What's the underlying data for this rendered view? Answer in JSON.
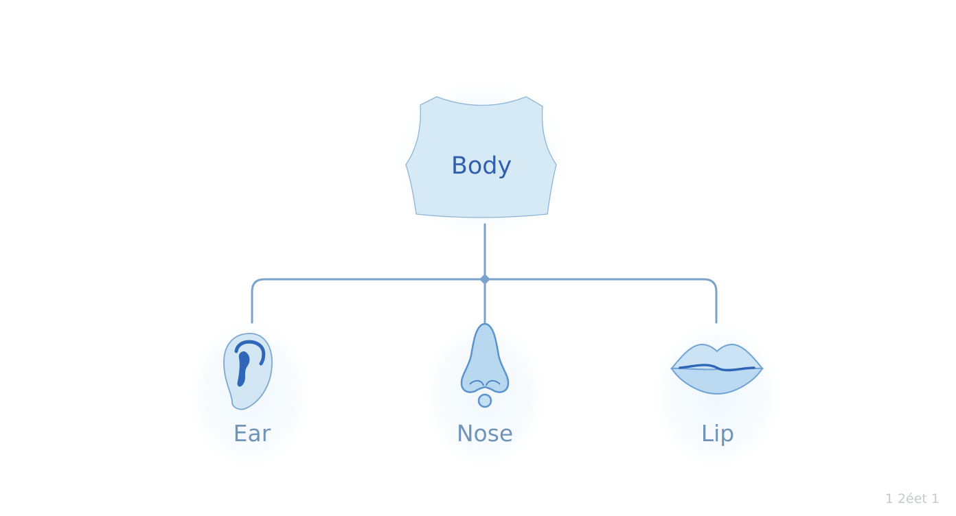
{
  "diagram": {
    "root": {
      "label": "Body",
      "icon": "torso-icon"
    },
    "children": [
      {
        "label": "Ear",
        "icon": "ear-icon"
      },
      {
        "label": "Nose",
        "icon": "nose-icon"
      },
      {
        "label": "Lip",
        "icon": "lips-icon"
      }
    ]
  },
  "footer": {
    "page_number": "1 2éet 1"
  },
  "colors": {
    "fill": "#d4e8f5",
    "stroke": "#7ba7d0",
    "connector": "#7aa3cc",
    "accent": "#2f66b8",
    "root_text": "#2f5fae",
    "child_text": "#6f94b8"
  }
}
